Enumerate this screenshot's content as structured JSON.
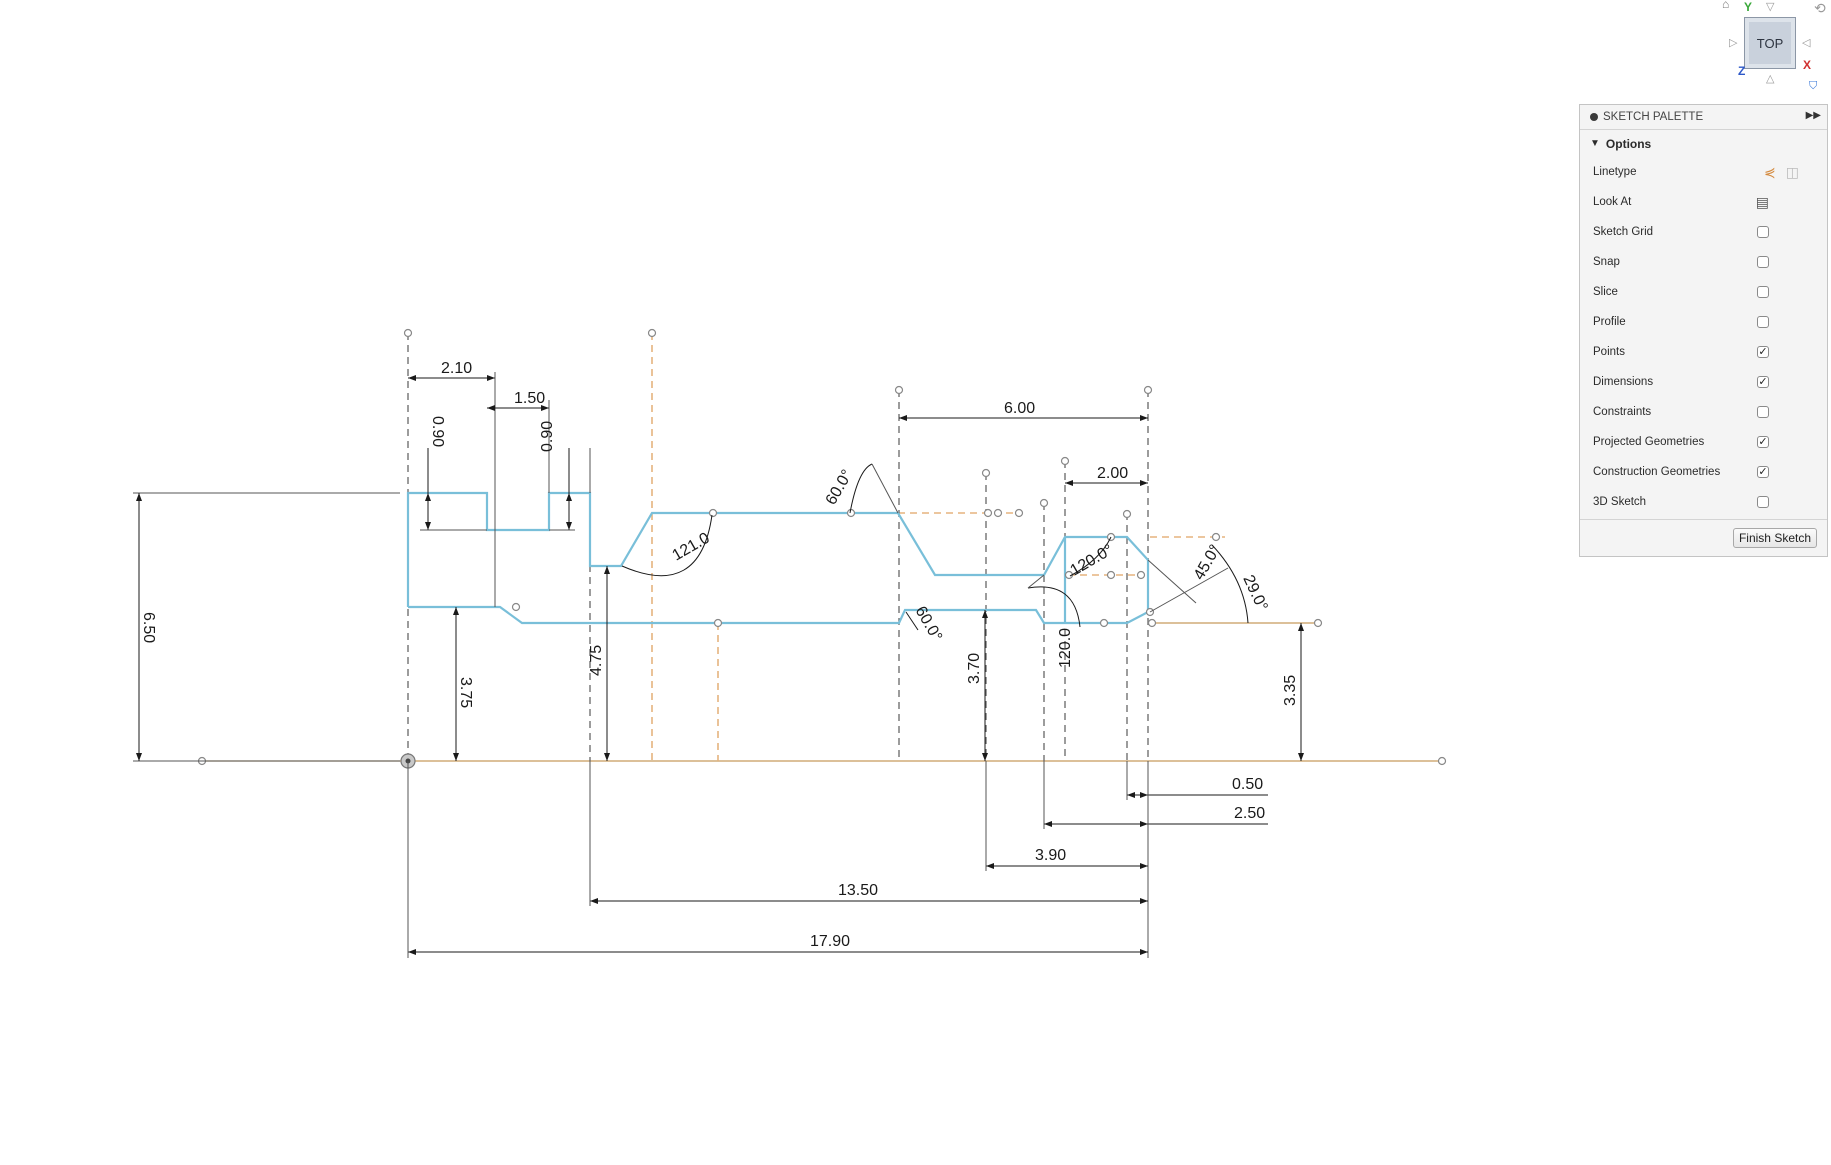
{
  "viewcube": {
    "face_label": "TOP",
    "axis_y": "Y",
    "axis_x": "X",
    "axis_z": "Z"
  },
  "palette": {
    "title": "SKETCH PALETTE",
    "section": "Options",
    "rows": [
      {
        "label": "Linetype",
        "control": "linetype-icons"
      },
      {
        "label": "Look At",
        "control": "look-at-icon"
      },
      {
        "label": "Sketch Grid",
        "checked": false
      },
      {
        "label": "Snap",
        "checked": false
      },
      {
        "label": "Slice",
        "checked": false
      },
      {
        "label": "Profile",
        "checked": false
      },
      {
        "label": "Points",
        "checked": true
      },
      {
        "label": "Dimensions",
        "checked": true
      },
      {
        "label": "Constraints",
        "checked": false
      },
      {
        "label": "Projected Geometries",
        "checked": true
      },
      {
        "label": "Construction Geometries",
        "checked": true
      },
      {
        "label": "3D Sketch",
        "checked": false
      }
    ],
    "finish_label": "Finish Sketch"
  },
  "dimensions": {
    "d_2_10": "2.10",
    "d_1_50": "1.50",
    "d_0_90_a": "0.90",
    "d_0_90_b": "0.90",
    "d_6_00": "6.00",
    "d_2_00": "2.00",
    "d_6_50": "6.50",
    "d_3_75": "3.75",
    "d_4_75": "4.75",
    "d_3_70": "3.70",
    "d_3_35": "3.35",
    "d_0_50": "0.50",
    "d_2_50": "2.50",
    "d_3_90": "3.90",
    "d_13_50": "13.50",
    "d_17_90": "17.90",
    "a_60_top": "60.0°",
    "a_121": "121.0",
    "a_60_bottom": "60.0°",
    "a_120_a": "120.0°",
    "a_120_b": "120.0",
    "a_45": "45.0°",
    "a_29": "29.0°"
  },
  "colors": {
    "profile": "#79bfd9",
    "construction": "#e5b47f",
    "dimension": "#1a1a1a"
  }
}
